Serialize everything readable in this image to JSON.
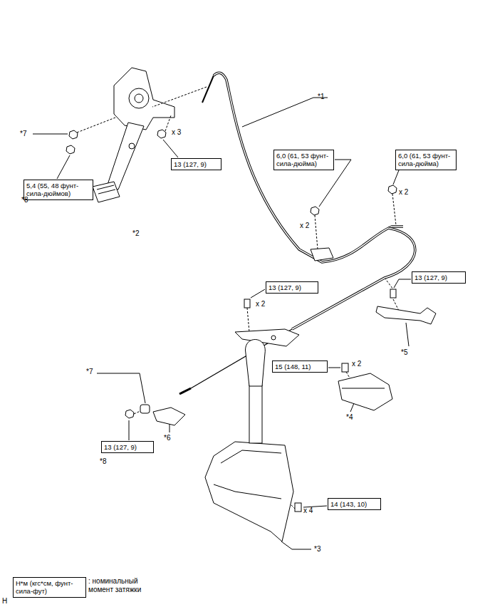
{
  "diagram": {
    "nodes": [
      {
        "text": [
          "5,4 (55, 48 фунт-сила-дюймов)"
        ]
      },
      {
        "text": [
          "13 (127, 9)"
        ]
      },
      {
        "text": [
          "6,0 (61, 53 фунт-сила-дюйма)"
        ]
      },
      {
        "text": [
          "6,0 (61, 53 фунт-сила-дюйма)"
        ]
      },
      {
        "text": [
          "13 (127, 9)"
        ]
      },
      {
        "text": [
          "13 (127, 9)"
        ]
      },
      {
        "text": [
          "15 (148, 11)"
        ]
      },
      {
        "text": [
          "13 (127, 9)"
        ]
      },
      {
        "text": [
          "14 (143, 10)"
        ]
      },
      {
        "text": [
          "Н*м (кгс*см, фунт-сила-фут)"
        ]
      }
    ],
    "labels": [
      "*1",
      "*7",
      "*8",
      "x 3",
      "*2",
      "x 2",
      "x 2",
      "x 2",
      "*5",
      "*7",
      "x 2",
      "*4",
      "*6",
      "*8",
      "x 4",
      "*3",
      ": номинальный момент затяжки",
      "H"
    ]
  }
}
